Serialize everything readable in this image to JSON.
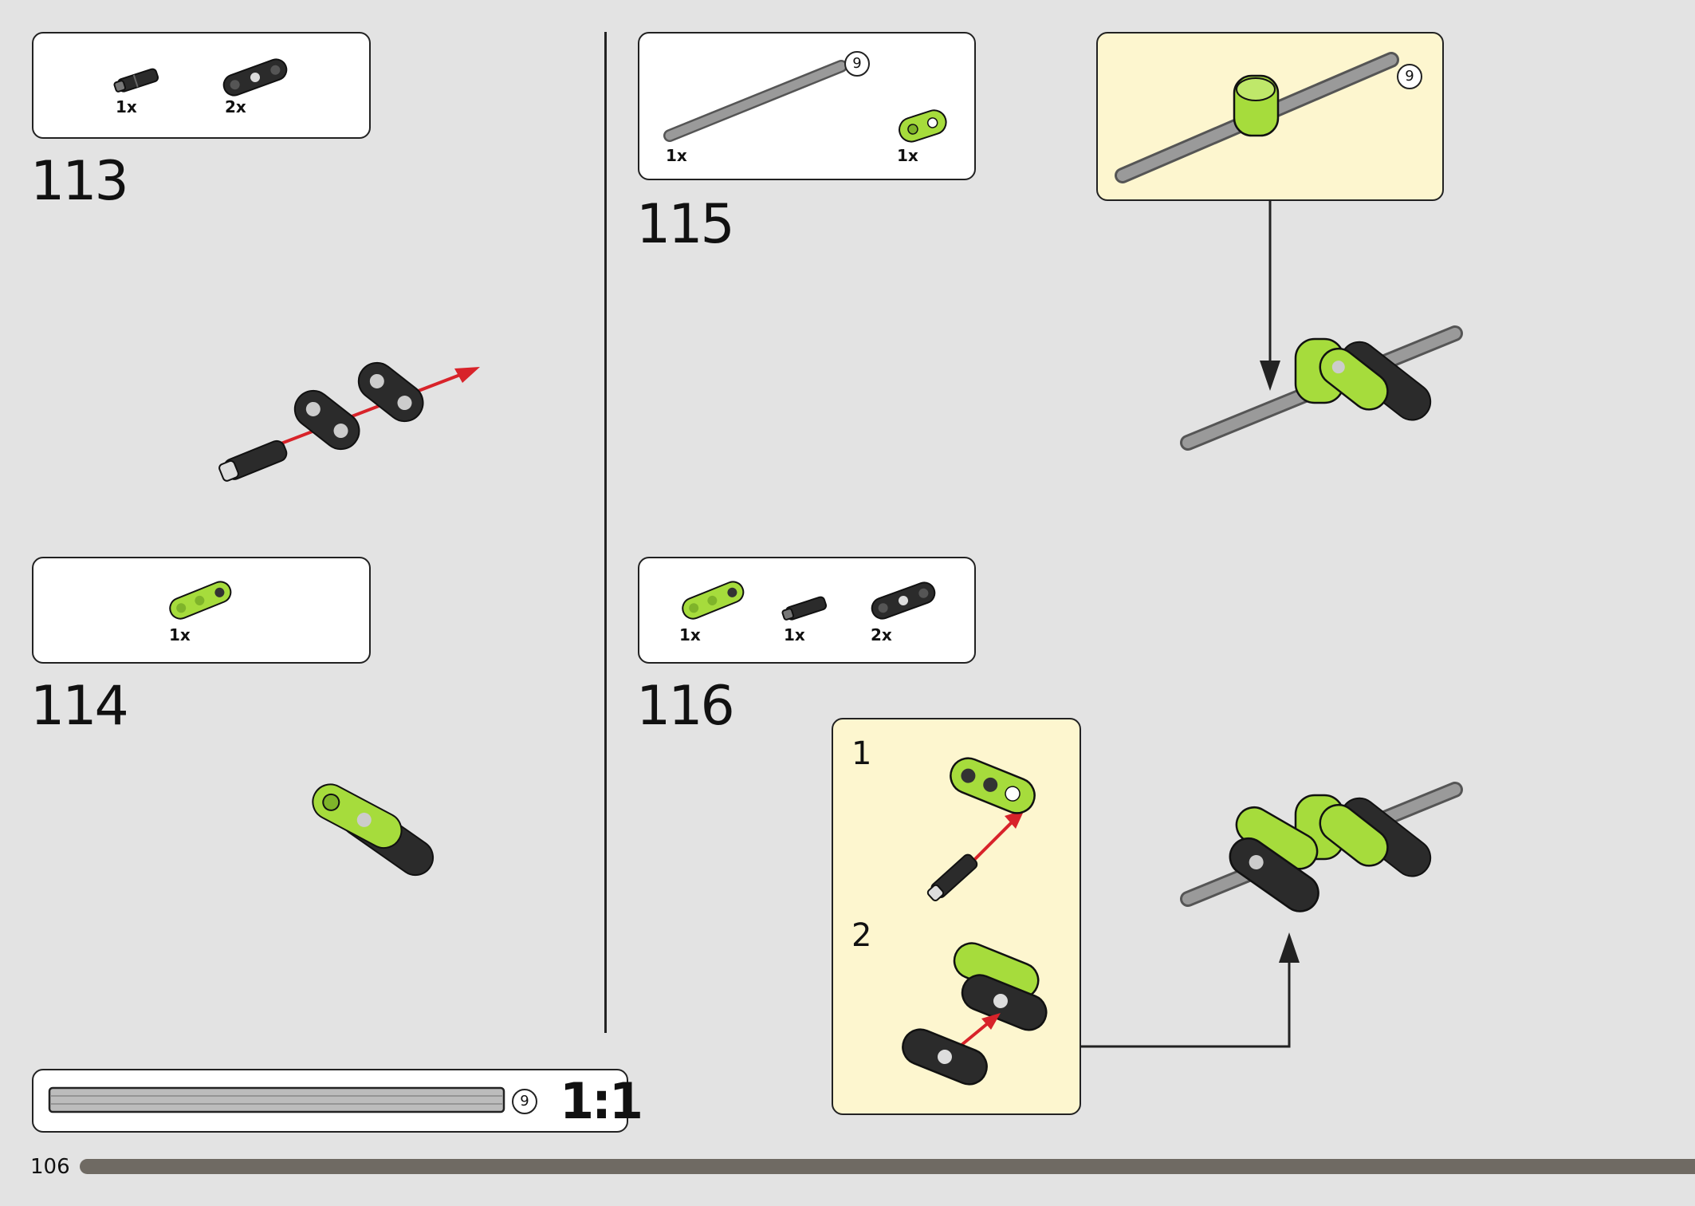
{
  "page": {
    "number": "106"
  },
  "colors": {
    "lime": "#a6dc3c",
    "dark": "#2b2b2b",
    "gray": "#9a9a9a",
    "callout": "#fdf6cf",
    "arrow": "#d8232a",
    "progress": "#6f6a63"
  },
  "steps": [
    {
      "number": "113",
      "parts": [
        {
          "name": "connector-peg",
          "qty": "1x"
        },
        {
          "name": "dark-beam-2",
          "qty": "2x"
        }
      ]
    },
    {
      "number": "114",
      "parts": [
        {
          "name": "lime-beam-3",
          "qty": "1x"
        }
      ]
    },
    {
      "number": "115",
      "parts": [
        {
          "name": "gray-axle",
          "qty": "1x",
          "length": "9"
        },
        {
          "name": "lime-bushing",
          "qty": "1x"
        }
      ],
      "callout_axle_length": "9"
    },
    {
      "number": "116",
      "parts": [
        {
          "name": "lime-beam-3",
          "qty": "1x"
        },
        {
          "name": "connector-peg",
          "qty": "1x"
        },
        {
          "name": "dark-beam-2",
          "qty": "2x"
        }
      ],
      "substeps": [
        "1",
        "2"
      ]
    }
  ],
  "scale": {
    "axle_length": "9",
    "label": "1:1"
  }
}
